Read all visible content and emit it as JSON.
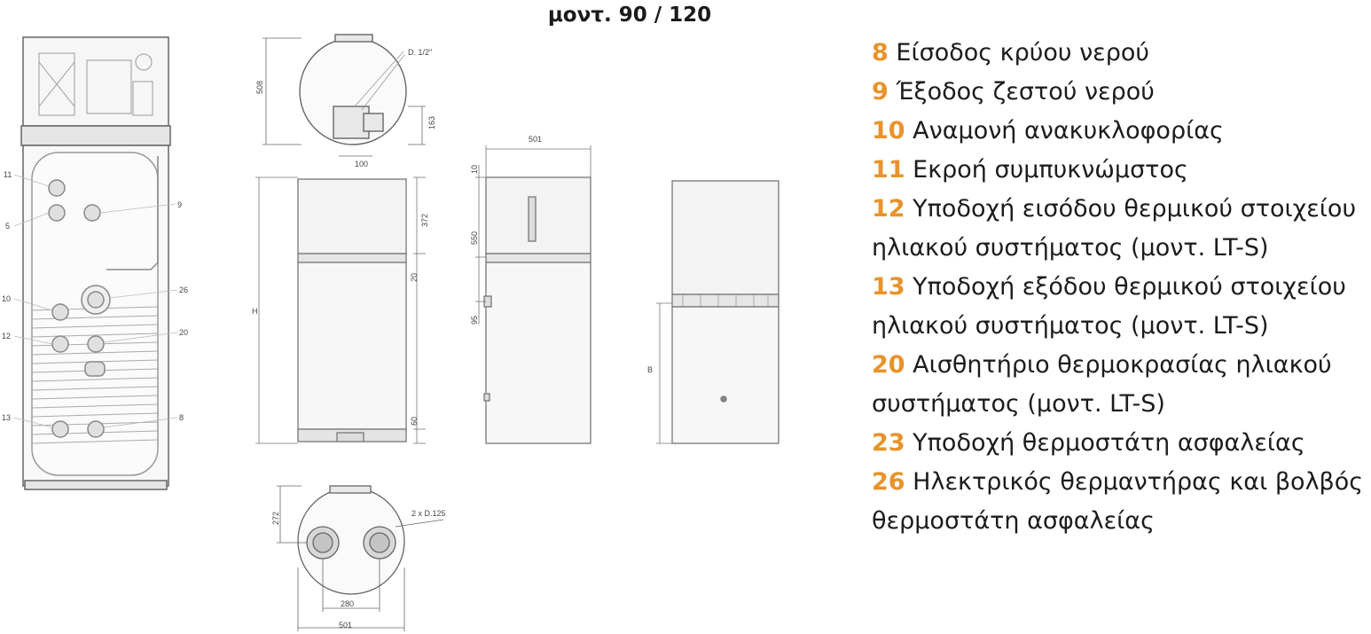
{
  "title": "μοντ. 90 / 120",
  "callouts": {
    "c11": "11",
    "c9": "9",
    "c5": "5",
    "c10": "10",
    "c26": "26",
    "c12": "12",
    "c20": "20",
    "c13": "13",
    "c8": "8"
  },
  "dimensions": {
    "top_diameter": "D. 1/2\"",
    "top_depth": "508",
    "top_offset": "163",
    "top_width": "100",
    "front_h": "H",
    "front_372": "372",
    "front_20": "20",
    "front_60": "60",
    "side_width": "501",
    "side_10": "10",
    "side_550": "550",
    "side_95": "95",
    "rear_b": "B",
    "bottom_depth": "272",
    "bottom_pipes": "2 x D.125",
    "bottom_spacing": "280",
    "bottom_width": "501"
  },
  "legend": [
    {
      "num": "8",
      "text": "Είσοδος κρύου νερού"
    },
    {
      "num": "9",
      "text": "Έξοδος ζεστού νερού"
    },
    {
      "num": "10",
      "text": "Αναμονή ανακυκλοφορίας"
    },
    {
      "num": "11",
      "text": "Εκροή συμπυκνώμστος"
    },
    {
      "num": "12",
      "text": "Υποδοχή εισόδου θερμικού στοιχείου ηλιακού συστήματος (μοντ. LT-S)"
    },
    {
      "num": "13",
      "text": "Υποδοχή εξόδου θερμικού στοιχείου ηλιακού συστήματος (μοντ. LT-S)"
    },
    {
      "num": "20",
      "text": "Αισθητήριο θερμοκρασίας ηλιακού συστήματος (μοντ. LT-S)"
    },
    {
      "num": "23",
      "text": "Υποδοχή θερμοστάτη ασφαλείας"
    },
    {
      "num": "26",
      "text": "Ηλεκτρικός θερμαντήρας και βολβός θερμοστάτη ασφαλείας"
    }
  ],
  "colors": {
    "accent": "#e8932b",
    "line": "#777777",
    "fill": "#f4f4f4"
  }
}
